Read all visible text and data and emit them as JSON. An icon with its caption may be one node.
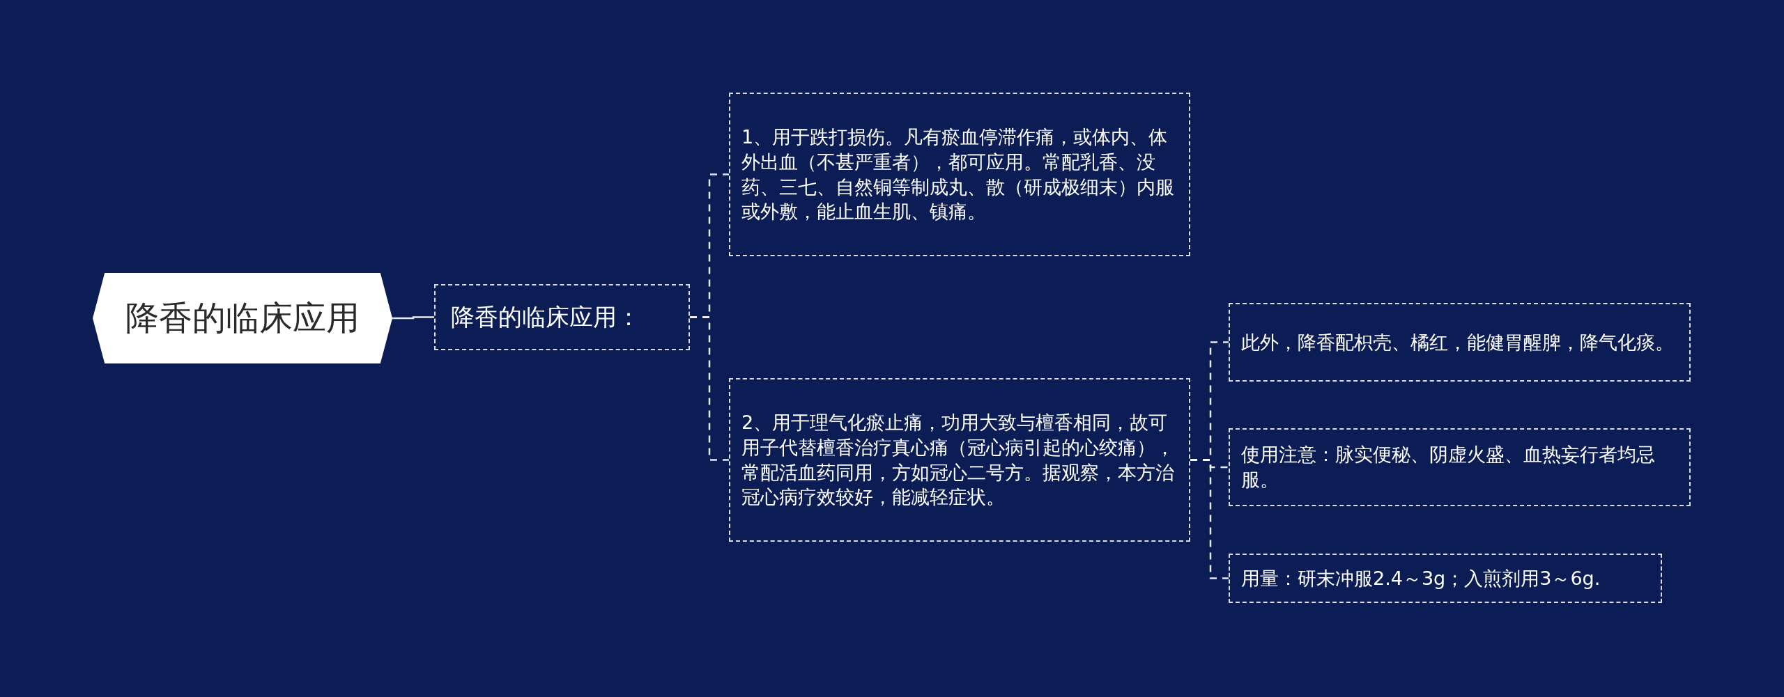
{
  "diagram": {
    "nodes": [
      {
        "text": [
          "降香的临床应用"
        ]
      },
      {
        "text": [
          "降香的临床应用："
        ]
      },
      {
        "text": [
          "1、用于跌打损伤。凡有瘀血停滞作痛，或体内、体外出血（不甚严重者），都可应用。常配乳香、没药、三七、自然铜等制成丸、散（研成极细末）内服或外敷，能止血生肌、镇痛。"
        ]
      },
      {
        "text": [
          "2、用于理气化瘀止痛，功用大致与檀香相同，故可用子代替檀香治疗真心痛（冠心病引起的心绞痛），常配活血药同用，方如冠心二号方。据观察，本方治冠心病疗效较好，能减轻症状。"
        ]
      },
      {
        "text": [
          "此外，降香配枳壳、橘红，能健胃醒脾，降气化痰。"
        ]
      },
      {
        "text": [
          "使用注意：脉实便秘、阴虚火盛、血热妄行者均忌服。"
        ]
      },
      {
        "text": [
          "用量：研末冲服2.4～3g；入煎剂用3～6g."
        ]
      }
    ],
    "edges": [
      {
        "from": 0,
        "to": 1,
        "arrow": "none"
      },
      {
        "from": 1,
        "to": 2,
        "arrow": "none",
        "style": "dashed"
      },
      {
        "from": 1,
        "to": 3,
        "arrow": "none",
        "style": "dashed"
      },
      {
        "from": 3,
        "to": 4,
        "arrow": "none",
        "style": "dashed"
      },
      {
        "from": 3,
        "to": 5,
        "arrow": "none",
        "style": "dashed"
      },
      {
        "from": 3,
        "to": 6,
        "arrow": "none",
        "style": "dashed"
      }
    ]
  }
}
